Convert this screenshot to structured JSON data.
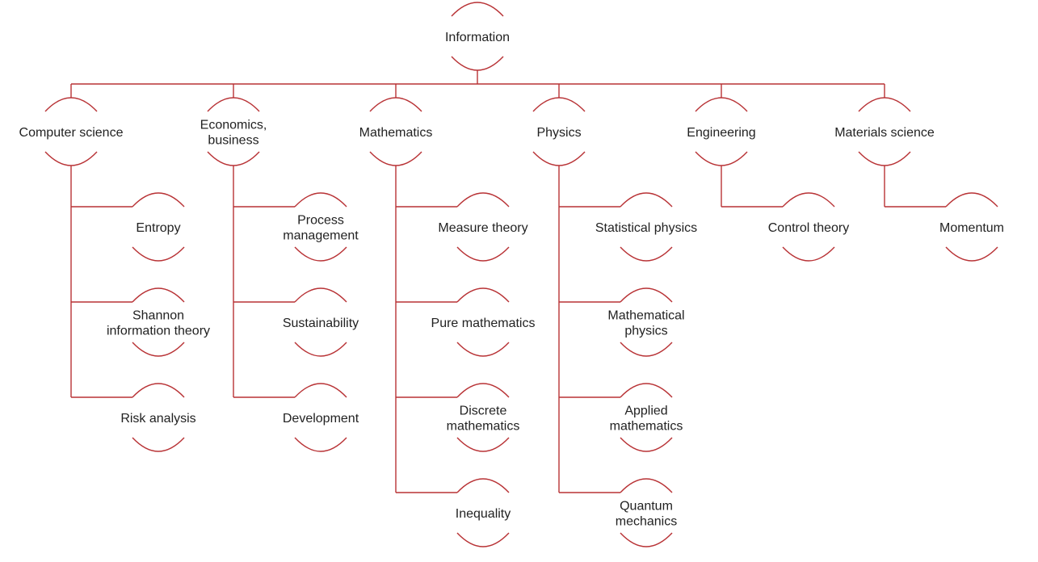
{
  "diagram": {
    "type": "hierarchy",
    "line_color": "#b83235",
    "text_color": "#222222",
    "root": {
      "id": "root",
      "lines": [
        "Information"
      ]
    },
    "branches": [
      {
        "id": "computer-science",
        "lines": [
          "Computer science"
        ],
        "children": [
          {
            "id": "entropy",
            "lines": [
              "Entropy"
            ]
          },
          {
            "id": "shannon-information-theory",
            "lines": [
              "Shannon",
              "information theory"
            ]
          },
          {
            "id": "risk-analysis",
            "lines": [
              "Risk analysis"
            ]
          }
        ]
      },
      {
        "id": "economics-business",
        "lines": [
          "Economics,",
          "business"
        ],
        "children": [
          {
            "id": "process-management",
            "lines": [
              "Process",
              "management"
            ]
          },
          {
            "id": "sustainability",
            "lines": [
              "Sustainability"
            ]
          },
          {
            "id": "development",
            "lines": [
              "Development"
            ]
          }
        ]
      },
      {
        "id": "mathematics",
        "lines": [
          "Mathematics"
        ],
        "children": [
          {
            "id": "measure-theory",
            "lines": [
              "Measure theory"
            ]
          },
          {
            "id": "pure-mathematics",
            "lines": [
              "Pure mathematics"
            ]
          },
          {
            "id": "discrete-mathematics",
            "lines": [
              "Discrete",
              "mathematics"
            ]
          },
          {
            "id": "inequality",
            "lines": [
              "Inequality"
            ]
          }
        ]
      },
      {
        "id": "physics",
        "lines": [
          "Physics"
        ],
        "children": [
          {
            "id": "statistical-physics",
            "lines": [
              "Statistical physics"
            ]
          },
          {
            "id": "mathematical-physics",
            "lines": [
              "Mathematical",
              "physics"
            ]
          },
          {
            "id": "applied-mathematics",
            "lines": [
              "Applied",
              "mathematics"
            ]
          },
          {
            "id": "quantum-mechanics",
            "lines": [
              "Quantum",
              "mechanics"
            ]
          }
        ]
      },
      {
        "id": "engineering",
        "lines": [
          "Engineering"
        ],
        "children": [
          {
            "id": "control-theory",
            "lines": [
              "Control theory"
            ]
          }
        ]
      },
      {
        "id": "materials-science",
        "lines": [
          "Materials science"
        ],
        "children": [
          {
            "id": "momentum",
            "lines": [
              "Momentum"
            ]
          }
        ]
      }
    ]
  }
}
